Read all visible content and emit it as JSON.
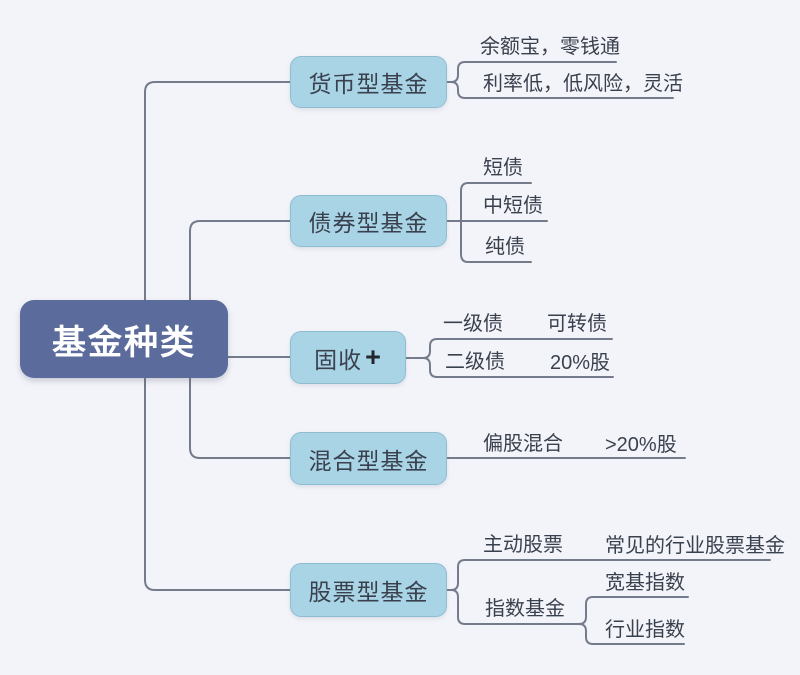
{
  "theme": {
    "background": "#f3f4f9",
    "root_bg": "#5b6b9b",
    "root_text": "#ffffff",
    "branch_bg": "#a9d4e5",
    "branch_text": "#3a414e",
    "line_color": "#747c8b"
  },
  "root": {
    "label": "基金种类"
  },
  "branches": [
    {
      "label": "货币型基金",
      "children": [
        {
          "label": "余额宝，零钱通"
        },
        {
          "label": "利率低，低风险，灵活"
        }
      ]
    },
    {
      "label": "债券型基金",
      "children": [
        {
          "label": "短债"
        },
        {
          "label": "中短债"
        },
        {
          "label": "纯债"
        }
      ]
    },
    {
      "label": "固收",
      "plus": "+",
      "children": [
        {
          "label": "一级债",
          "sub": "可转债"
        },
        {
          "label": "二级债",
          "sub": "20%股"
        }
      ]
    },
    {
      "label": "混合型基金",
      "children": [
        {
          "label": "偏股混合",
          "sub": ">20%股"
        }
      ]
    },
    {
      "label": "股票型基金",
      "children": [
        {
          "label": "主动股票",
          "sub": "常见的行业股票基金"
        },
        {
          "label": "指数基金",
          "children": [
            {
              "label": "宽基指数"
            },
            {
              "label": "行业指数"
            }
          ]
        }
      ]
    }
  ]
}
